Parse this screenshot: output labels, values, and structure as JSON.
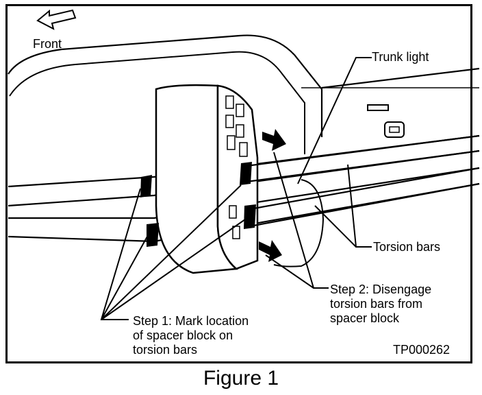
{
  "labels": {
    "front": "Front",
    "trunk_light": "Trunk light",
    "torsion_bars": "Torsion bars",
    "step2": "Step 2: Disengage\ntorsion bars from\nspacer block",
    "step1": "Step 1:  Mark location\nof spacer block on\ntorsion bars",
    "code": "TP000262"
  },
  "caption": "Figure 1"
}
